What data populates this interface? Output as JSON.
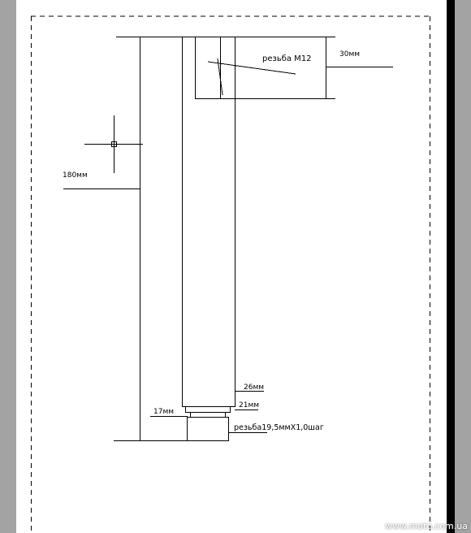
{
  "labels": {
    "thread_m12": "резьба М12",
    "dim_30": "30мм",
    "dim_180": "180мм",
    "dim_26": "26мм",
    "dim_21": "21мм",
    "dim_17": "17мм",
    "thread_bottom": "резьба19,5ммХ1,0шаг"
  },
  "watermark": "www.moto.com.ua",
  "colors": {
    "background": "#a3a3a3",
    "sheet": "#ffffff",
    "lines": "#000000",
    "watermark": "#ffffff"
  }
}
